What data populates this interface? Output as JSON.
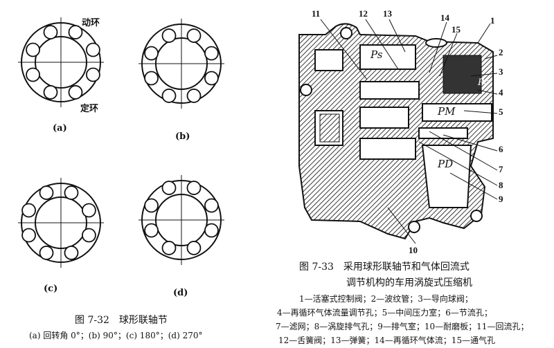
{
  "figure_7_32": {
    "ring_labels": {
      "moving_ring": "动环",
      "fixed_ring": "定环"
    },
    "panels": [
      "(a)",
      "(b)",
      "(c)",
      "(d)"
    ],
    "title": "图 7-32　球形联轴节",
    "subtitle": "(a) 回转角 0°；(b) 90°；(c) 180°；(d) 270°"
  },
  "figure_7_33": {
    "part_numbers": [
      "1",
      "2",
      "3",
      "4",
      "5",
      "6",
      "7",
      "8",
      "9",
      "10",
      "11",
      "12",
      "13",
      "14",
      "15"
    ],
    "pressure_labels": {
      "ps": "Ps",
      "pc": "Pc",
      "pm": "PM",
      "pd": "PD"
    },
    "title_line1": "图 7-33　采用球形联轴节和气体回流式",
    "title_line2": "调节机构的车用涡旋式压缩机",
    "legend": [
      "1—活塞式控制阀；2—波纹管；3—导向球阀；",
      "4—再循环气体流量调节孔；5—中间压力室；6—节流孔；",
      "7—滤网；8—涡旋排气孔；9—排气室；10—耐磨板；11—回流孔；",
      "12—舌簧阀；13—弹簧；14—再循环气体流；15—通气孔"
    ]
  }
}
